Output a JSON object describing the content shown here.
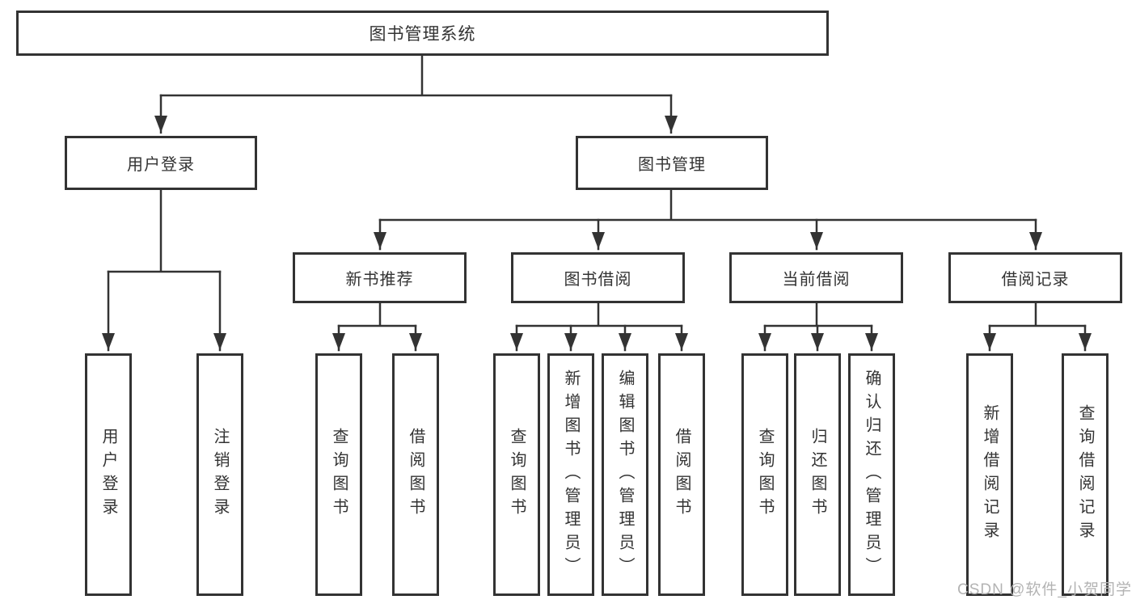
{
  "diagram_title": "图书管理系统",
  "colors": {
    "line": "#333333",
    "box_border": "#333333",
    "text": "#333333",
    "background": "#ffffff",
    "watermark": "#b3b3b3"
  },
  "tree": {
    "root": {
      "label": "图书管理系统"
    },
    "branches": [
      {
        "label": "用户登录",
        "children": [
          {
            "label": "用户登录"
          },
          {
            "label": "注销登录"
          }
        ]
      },
      {
        "label": "图书管理",
        "children": [
          {
            "label": "新书推荐",
            "children": [
              {
                "label": "查询图书"
              },
              {
                "label": "借阅图书"
              }
            ]
          },
          {
            "label": "图书借阅",
            "children": [
              {
                "label": "查询图书"
              },
              {
                "label": "新增图书（管理员）"
              },
              {
                "label": "编辑图书（管理员）"
              },
              {
                "label": "借阅图书"
              }
            ]
          },
          {
            "label": "当前借阅",
            "children": [
              {
                "label": "查询图书"
              },
              {
                "label": "归还图书"
              },
              {
                "label": "确认归还（管理员）"
              }
            ]
          },
          {
            "label": "借阅记录",
            "children": [
              {
                "label": "新增借阅记录"
              },
              {
                "label": "查询借阅记录"
              }
            ]
          }
        ]
      }
    ]
  },
  "watermark": {
    "text": "CSDN @软件_小贺同学"
  }
}
